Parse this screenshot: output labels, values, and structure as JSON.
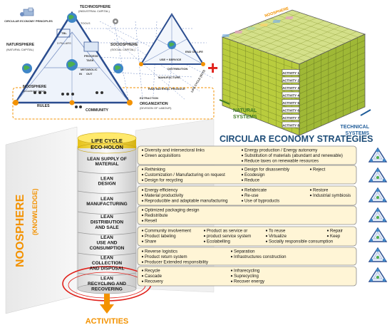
{
  "principles_label": "CIRCULAR ECONOMY PRINCIPLES",
  "technosphere": {
    "title": "TECHNOSPHERE",
    "subtitle": "(INDUSTRIAL CAPITAL)"
  },
  "natursphere": {
    "title": "NATURSPHERE",
    "subtitle": "(NATURAL CAPITAL)"
  },
  "sociosphere": {
    "title": "SOCIOSPHERE",
    "subtitle": "(SOCIAL CAPITAL)"
  },
  "noosphere_small": {
    "title": "NOOSPHERE",
    "subtitle": "(knowledge base)"
  },
  "top_labels": {
    "tools": "TOOLS",
    "tbl": "TBL",
    "pillars": "3 PILLARS",
    "process": "PROCESS",
    "task": "TASK",
    "metabolic": "METABOLIC",
    "out": "OUT",
    "in": "IN",
    "end_of_life": "END OF LIFE",
    "use_service": "USE + SERVICE",
    "distribution": "DISTRIBUTION",
    "manufacture": "MANUFACTURE",
    "raw_material": "RAW MATERIAL PRODUCE",
    "extraction": "EXTRACTION",
    "organization": "ORGANIZATION",
    "division": "(DIVISION OF LABOUR)",
    "rules": "RULES",
    "community": "COMMUNITY",
    "life_cycle_eco": "LIFE CYCLE (ECO)",
    "technosphere_side": "TECHNOSPHERE",
    "plus": "+"
  },
  "cube": {
    "top_label": "NOOSPHERE",
    "natural": [
      "NATURAL",
      "SYSTEMS"
    ],
    "technical": [
      "TECHNICAL",
      "SYSTEMS"
    ],
    "activities": [
      "ACTIVITY 1",
      "ACTIVITY 2",
      "ACTIVITY 3",
      "ACTIVITY 4",
      "ACTIVITY 5",
      "ACTIVITY 6",
      "ACTIVITY 7",
      "ACTIVITY 8"
    ]
  },
  "noosphere_vertical": "NOOSPHERE",
  "knowledge_vertical": "(KNOWLEDGE)",
  "holon": [
    "LIFE CYCLE",
    "ECO-HOLON"
  ],
  "strategies_title": "CIRCULAR ECONOMY STRATEGIES",
  "activities_label": "ACTIVITIES",
  "stages": [
    {
      "name": [
        "LEAN SUPPLY OF",
        "MATERIAL"
      ]
    },
    {
      "name": [
        "LEAN",
        "DESIGN"
      ]
    },
    {
      "name": [
        "LEAN",
        "MANUFACTURING"
      ]
    },
    {
      "name": [
        "LEAN",
        "DISTRIBUTION",
        "AND SALE"
      ]
    },
    {
      "name": [
        "LEAN",
        "USE AND",
        "CONSUMPTION"
      ]
    },
    {
      "name": [
        "LEAN",
        "COLLECTION",
        "AND DISPOSAL"
      ]
    },
    {
      "name": [
        "LEAN",
        "RECYCLING AND",
        "RECOVERING"
      ]
    }
  ],
  "strategy_boxes": [
    {
      "items": [
        {
          "col": 0,
          "row": 0,
          "text": "Diversity and intersectoral links"
        },
        {
          "col": 0,
          "row": 1,
          "text": "Green acquisitions"
        },
        {
          "col": 1,
          "row": 0,
          "text": "Energy production / Energy autonomy"
        },
        {
          "col": 1,
          "row": 1,
          "text": "Substitution of materials (abundant and renewable)"
        },
        {
          "col": 1,
          "row": 2,
          "text": "Reduce taxes on renewable resources"
        }
      ]
    },
    {
      "items": [
        {
          "col": 0,
          "row": 0,
          "text": "Rethinking"
        },
        {
          "col": 0,
          "row": 1,
          "text": "Customization / Manufacturing on request"
        },
        {
          "col": 0,
          "row": 2,
          "text": "Design for recycling"
        },
        {
          "col": 1,
          "row": 0,
          "text": "Design for disassembly"
        },
        {
          "col": 1,
          "row": 1,
          "text": "Ecodesign"
        },
        {
          "col": 1,
          "row": 2,
          "text": "Reduce"
        },
        {
          "col": 2,
          "row": 0,
          "text": "Reject"
        }
      ]
    },
    {
      "items": [
        {
          "col": 0,
          "row": 0,
          "text": "Energy efficiency"
        },
        {
          "col": 0,
          "row": 1,
          "text": "Material productivity"
        },
        {
          "col": 0,
          "row": 2,
          "text": "Reproducible and adaptable manufacturing"
        },
        {
          "col": 1,
          "row": 0,
          "text": "Refabricate"
        },
        {
          "col": 1,
          "row": 1,
          "text": "Re-use"
        },
        {
          "col": 1,
          "row": 2,
          "text": "Use of byproducts"
        },
        {
          "col": 2,
          "row": 0,
          "text": "Restore"
        },
        {
          "col": 2,
          "row": 1,
          "text": "Industrial symbiosis"
        }
      ]
    },
    {
      "items": [
        {
          "col": 0,
          "row": 0,
          "text": "Optimized packaging design"
        },
        {
          "col": 0,
          "row": 1,
          "text": "Redistribute"
        },
        {
          "col": 0,
          "row": 2,
          "text": "Resell"
        }
      ]
    },
    {
      "items": [
        {
          "col": 0,
          "row": 0,
          "text": "Community involvement"
        },
        {
          "col": 0,
          "row": 1,
          "text": "Product labeling"
        },
        {
          "col": 0,
          "row": 2,
          "text": "Share"
        },
        {
          "col": 1,
          "row": 0,
          "text": "Product as service or"
        },
        {
          "col": 1,
          "row": 1,
          "text": "product service system"
        },
        {
          "col": 1,
          "row": 2,
          "text": "Ecolabelling"
        },
        {
          "col": 2,
          "row": 0,
          "text": "To reuse"
        },
        {
          "col": 2,
          "row": 1,
          "text": "Virtualize"
        },
        {
          "col": 2,
          "row": 2,
          "text": "Socially responsible consumption"
        },
        {
          "col": 3,
          "row": 0,
          "text": "Repair"
        },
        {
          "col": 3,
          "row": 1,
          "text": "Keep"
        }
      ]
    },
    {
      "items": [
        {
          "col": 0,
          "row": 0,
          "text": "Reverse logistics"
        },
        {
          "col": 0,
          "row": 1,
          "text": "Product return system"
        },
        {
          "col": 0,
          "row": 2,
          "text": "Producer Extended responsibility"
        },
        {
          "col": 1,
          "row": 0,
          "text": "Separation"
        },
        {
          "col": 1,
          "row": 1,
          "text": "Infrastructures construction"
        }
      ]
    },
    {
      "items": [
        {
          "col": 0,
          "row": 0,
          "text": "Recycle"
        },
        {
          "col": 0,
          "row": 1,
          "text": "Cascade"
        },
        {
          "col": 0,
          "row": 2,
          "text": "Recovery"
        },
        {
          "col": 1,
          "row": 0,
          "text": "Infrarecycling"
        },
        {
          "col": 1,
          "row": 1,
          "text": "Suprecycling"
        },
        {
          "col": 1,
          "row": 2,
          "text": "Recover energy"
        }
      ]
    }
  ],
  "colors": {
    "accent_orange": "#f39200",
    "strategy_blue": "#1f4e79",
    "box_fill": "#fff5d6",
    "holon_yellow": "#ffe14d",
    "cube_green": "#c8d94a",
    "natural_green": "#3d7a22",
    "technical_blue": "#1f5c99"
  },
  "icons": {
    "earth": "globe-icon",
    "people": "people-icon",
    "gear": "gear-icon",
    "triangle": "triangle-icon"
  }
}
